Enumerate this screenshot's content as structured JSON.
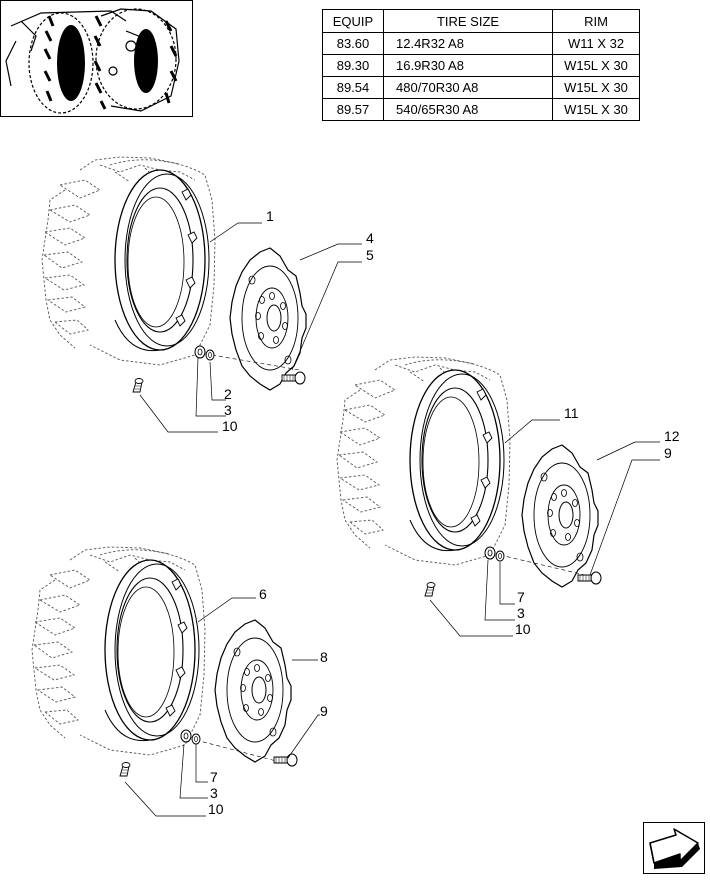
{
  "table": {
    "headers": [
      "EQUIP",
      "TIRE SIZE",
      "RIM"
    ],
    "rows": [
      {
        "equip": "83.60",
        "tire": "12.4R32 A8",
        "rim": "W11 X 32"
      },
      {
        "equip": "89.30",
        "tire": "16.9R30 A8",
        "rim": "W15L X 30"
      },
      {
        "equip": "89.54",
        "tire": "480/70R30 A8",
        "rim": "W15L X 30"
      },
      {
        "equip": "89.57",
        "tire": "540/65R30 A8",
        "rim": "W15L X 30"
      }
    ]
  },
  "callouts": {
    "a1": "1",
    "a4": "4",
    "a5": "5",
    "a2": "2",
    "a3": "3",
    "a10": "10",
    "b11": "11",
    "b12": "12",
    "b9": "9",
    "b7": "7",
    "b3": "3",
    "b10": "10",
    "c6": "6",
    "c8": "8",
    "c9": "9",
    "c7": "7",
    "c3": "3",
    "c10": "10"
  },
  "icons": {
    "thumbnail": "tractor-rear-wheel-thumbnail-icon",
    "nav": "next-page-arrow-icon"
  }
}
